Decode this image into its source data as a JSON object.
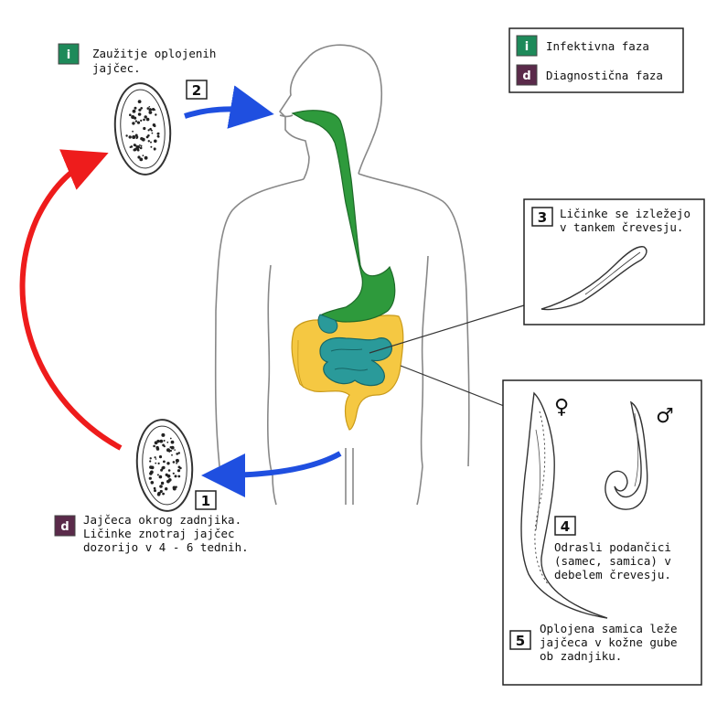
{
  "legend": {
    "infective": {
      "badge": "i",
      "label": "Infektivna faza",
      "color": "#1e8a5a"
    },
    "diagnostic": {
      "badge": "d",
      "label": "Diagnostična faza",
      "color": "#5a2a4a"
    }
  },
  "steps": {
    "s1": {
      "number": "1",
      "badge": "d",
      "lines": [
        "Jajčeca okrog zadnjika.",
        "Ličinke znotraj jajčec",
        "dozorijo v 4 - 6 tednih."
      ]
    },
    "s2": {
      "number": "2",
      "badge": "i",
      "lines": [
        "Zaužitje oplojenih",
        "jajčec."
      ]
    },
    "s3": {
      "number": "3",
      "lines": [
        "Ličinke se izležejo",
        "v tankem črevesju."
      ]
    },
    "s4": {
      "number": "4",
      "lines": [
        "Odrasli podančici",
        "(samec, samica) v",
        "debelem črevesju."
      ]
    },
    "s5": {
      "number": "5",
      "lines": [
        "Oplojena samica leže",
        "jajčeca v kožne gube",
        "ob zadnjiku."
      ]
    }
  },
  "symbols": {
    "female": "♀",
    "male": "♂"
  },
  "colors": {
    "arrow_blue": "#1f4fe0",
    "arrow_red": "#ee1c1c",
    "esophagus": "#2e9a3c",
    "small_intestine": "#2a9a9a",
    "large_intestine": "#f5c842"
  }
}
